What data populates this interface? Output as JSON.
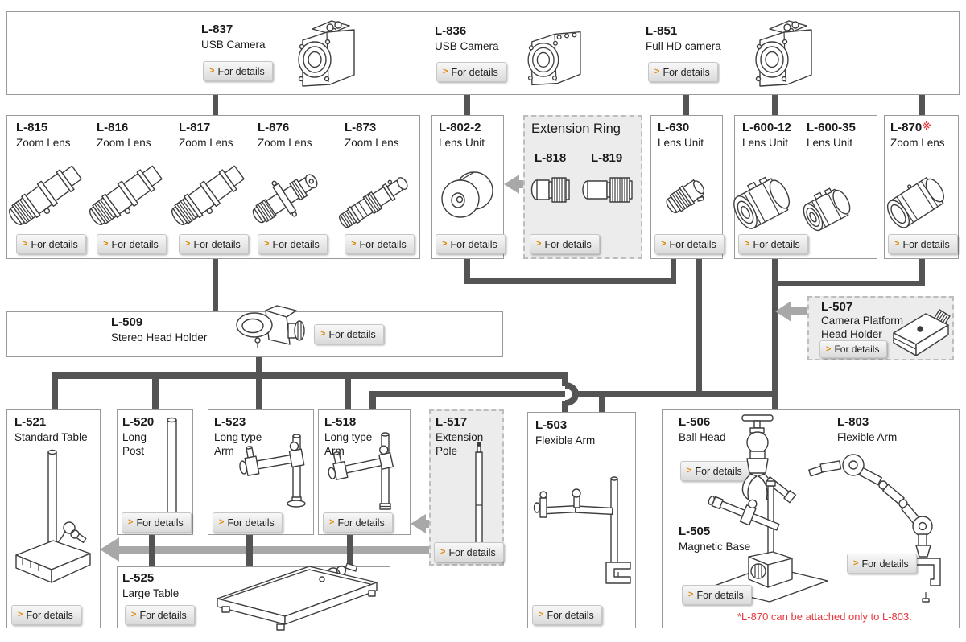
{
  "labels": {
    "for_details": "For details",
    "chevron": ">"
  },
  "note": "*L-870 can be attached only to L-803.",
  "colors": {
    "connector": "#545454",
    "arrow_gray": "#a8a8a8",
    "note_red": "#e8383d",
    "chevron_orange": "#e08600",
    "box_border": "#9a9a9a",
    "dashed_bg": "#ececec"
  },
  "cameras": {
    "l837": {
      "code": "L-837",
      "name": "USB Camera"
    },
    "l836": {
      "code": "L-836",
      "name": "USB Camera"
    },
    "l851": {
      "code": "L-851",
      "name": "Full HD camera"
    }
  },
  "lenses": {
    "l815": {
      "code": "L-815",
      "name": "Zoom Lens"
    },
    "l816": {
      "code": "L-816",
      "name": "Zoom Lens"
    },
    "l817": {
      "code": "L-817",
      "name": "Zoom Lens"
    },
    "l876": {
      "code": "L-876",
      "name": "Zoom Lens"
    },
    "l873": {
      "code": "L-873",
      "name": "Zoom Lens"
    },
    "l802": {
      "code": "L-802-2",
      "name": "Lens Unit"
    },
    "l630": {
      "code": "L-630",
      "name": "Lens Unit"
    },
    "l600_12": {
      "code": "L-600-12",
      "name": "Lens Unit"
    },
    "l600_35": {
      "code": "L-600-35",
      "name": "Lens Unit"
    },
    "l870": {
      "code": "L-870",
      "mark": "※",
      "name": "Zoom Lens"
    }
  },
  "extension_ring": {
    "title": "Extension Ring",
    "l818": {
      "code": "L-818"
    },
    "l819": {
      "code": "L-819"
    }
  },
  "holders": {
    "l509": {
      "code": "L-509",
      "name": "Stereo Head Holder"
    },
    "l507": {
      "code": "L-507",
      "name": "Camera Platform Head Holder"
    }
  },
  "stands": {
    "l521": {
      "code": "L-521",
      "name": "Standard Table"
    },
    "l520": {
      "code": "L-520",
      "name": "Long Post"
    },
    "l523": {
      "code": "L-523",
      "name": "Long type Arm"
    },
    "l518": {
      "code": "L-518",
      "name": "Long type Arm"
    },
    "l517": {
      "code": "L-517",
      "name": "Extension Pole"
    },
    "l503": {
      "code": "L-503",
      "name": "Flexible Arm"
    },
    "l506": {
      "code": "L-506",
      "name": "Ball Head"
    },
    "l803": {
      "code": "L-803",
      "name": "Flexible Arm"
    },
    "l505": {
      "code": "L-505",
      "name": "Magnetic Base"
    },
    "l525": {
      "code": "L-525",
      "name": "Large Table"
    }
  }
}
